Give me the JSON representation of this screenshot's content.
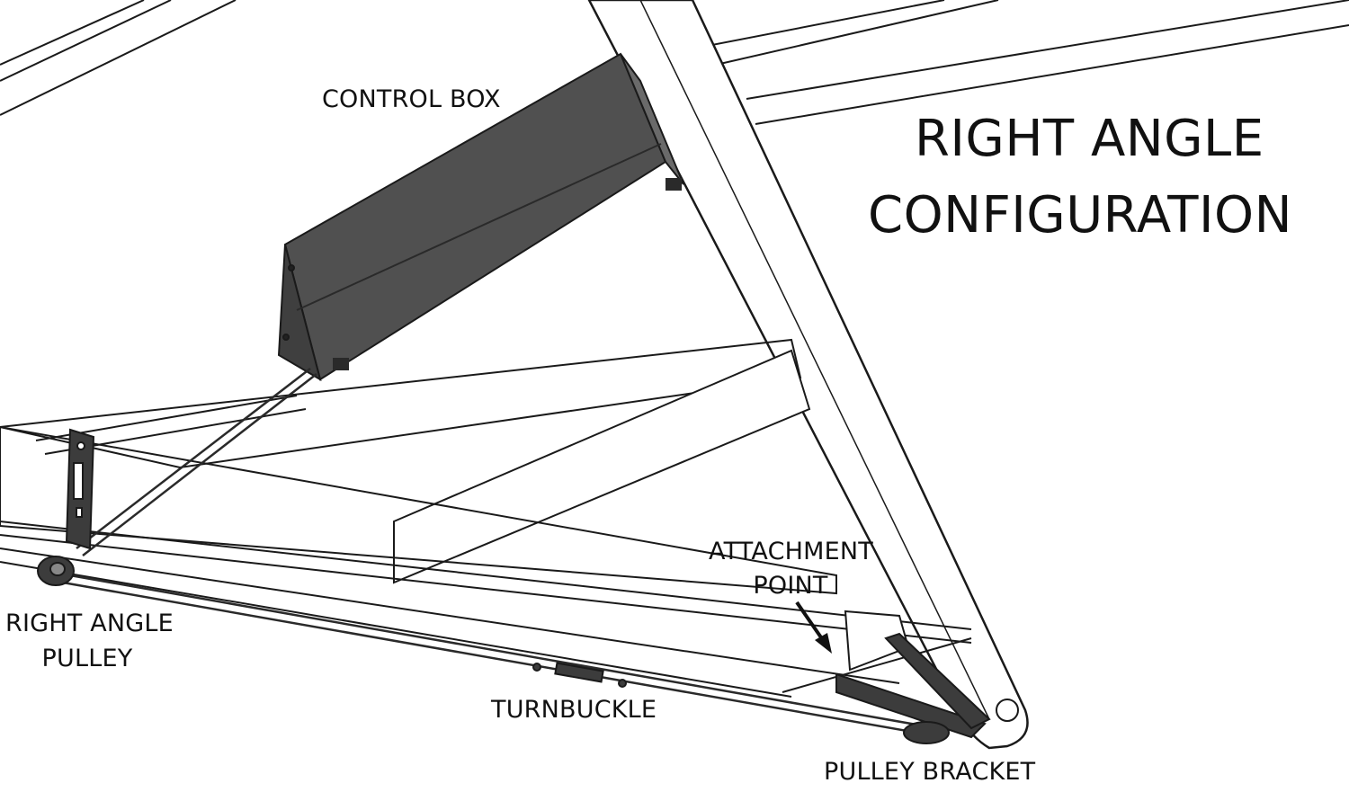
{
  "title": {
    "line1": "RIGHT ANGLE",
    "line2": "CONFIGURATION"
  },
  "labels": {
    "control_box": "CONTROL BOX",
    "attachment_point_1": "ATTACHMENT",
    "attachment_point_2": "POINT",
    "right_angle_pulley_1": "RIGHT ANGLE",
    "right_angle_pulley_2": "PULLEY",
    "turnbuckle": "TURNBUCKLE",
    "pulley_bracket": "PULLEY BRACKET"
  },
  "colors": {
    "line": "#1a1a1a",
    "box_fill": "#505050",
    "box_top": "#6a6a6a",
    "bracket_fill": "#3c3c3c",
    "background": "#ffffff"
  }
}
